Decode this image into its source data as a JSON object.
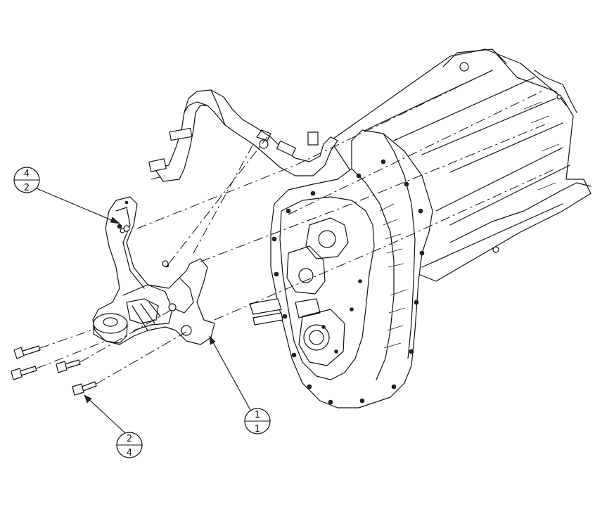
{
  "callouts": [
    {
      "id": "callout-a",
      "top": "4",
      "bottom": "2"
    },
    {
      "id": "callout-b",
      "top": "2",
      "bottom": "4"
    },
    {
      "id": "callout-c",
      "top": "1",
      "bottom": "1"
    }
  ]
}
